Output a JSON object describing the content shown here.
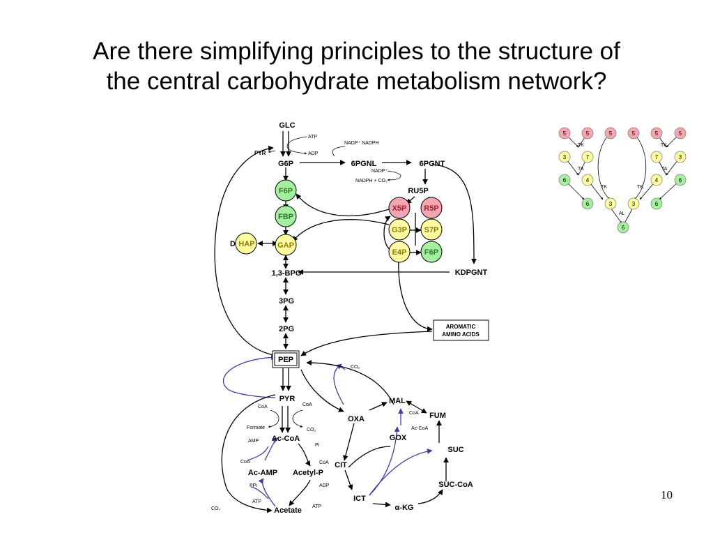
{
  "slide": {
    "title_lines": [
      "Are there simplifying principles to the structure of",
      "the central carbohydrate metabolism network?"
    ],
    "page_number": "10"
  },
  "metabolites": {
    "glc": "GLC",
    "g6p": "G6P",
    "pgnl": "6PGNL",
    "pgnt": "6PGNT",
    "ru5p": "RU5P",
    "x5p": "X5P",
    "r5p": "R5P",
    "g3p": "G3P",
    "s7p": "S7P",
    "e4p": "E4P",
    "f6p_ppp": "F6P",
    "f6p": "F6P",
    "fbp": "FBP",
    "dhap_prefix": "D",
    "dhap_node": "HAP",
    "gap": "GAP",
    "bpg": "1,3-BPG",
    "pg3": "3PG",
    "pg2": "2PG",
    "kdpgnt": "KDPGNT",
    "aromatic_1": "AROMATIC",
    "aromatic_2": "AMINO ACIDS",
    "pep": "PEP",
    "pyr": "PYR",
    "oxa": "OXA",
    "mal": "MAL",
    "fum": "FUM",
    "gox": "GOX",
    "suc": "SUC",
    "cit": "CIT",
    "suc_coa": "SUC-CoA",
    "ict": "ICT",
    "akg": "α-KG",
    "ac_coa": "Ac-CoA",
    "acetyl_p": "Acetyl-P",
    "ac_amp": "Ac-AMP",
    "acetate": "Acetate"
  },
  "cofactors": {
    "atp_glc": "ATP",
    "adp_glc": "ADP",
    "pyr_glc": "PYR",
    "nadp_1": "NADP⁺ NADPH",
    "nadp_2": "NADP⁺",
    "nadph_co2": "NADPH + CO₂",
    "co2_pep": "CO₂",
    "coa_1": "CoA",
    "coa_2": "CoA",
    "formate": "Formate",
    "co2_pyr": "CO₂",
    "amp": "AMP",
    "pi": "Pi",
    "coa_3": "CoA",
    "coa_4": "CoA",
    "ppi": "PPi",
    "adp_ac": "ADP",
    "atp_ac1": "ATP",
    "atp_ac2": "ATP",
    "co2_bottom": "CO₂",
    "coa_mal": "CoA",
    "ac_coa_gox": "Ac-CoA"
  },
  "mini": {
    "nodes": {
      "a": "5",
      "b": "5",
      "c": "5",
      "d": "5",
      "e": "5",
      "f": "5",
      "g": "3",
      "h": "7",
      "i": "7",
      "j": "3",
      "k": "6",
      "l": "4",
      "m": "4",
      "n": "6",
      "o": "6",
      "p": "3",
      "q": "3",
      "r": "6",
      "s": "6"
    },
    "labels": {
      "tk1": "TK",
      "tk2": "TK",
      "ta1": "TA",
      "ta2": "TA",
      "tk3": "TK",
      "tk4": "TK",
      "al": "AL"
    }
  },
  "colors": {
    "green": "#a6eea0",
    "yellow": "#fffca0",
    "pink": "#f6a6b0",
    "blue_arrow": "#3a3ea0"
  }
}
